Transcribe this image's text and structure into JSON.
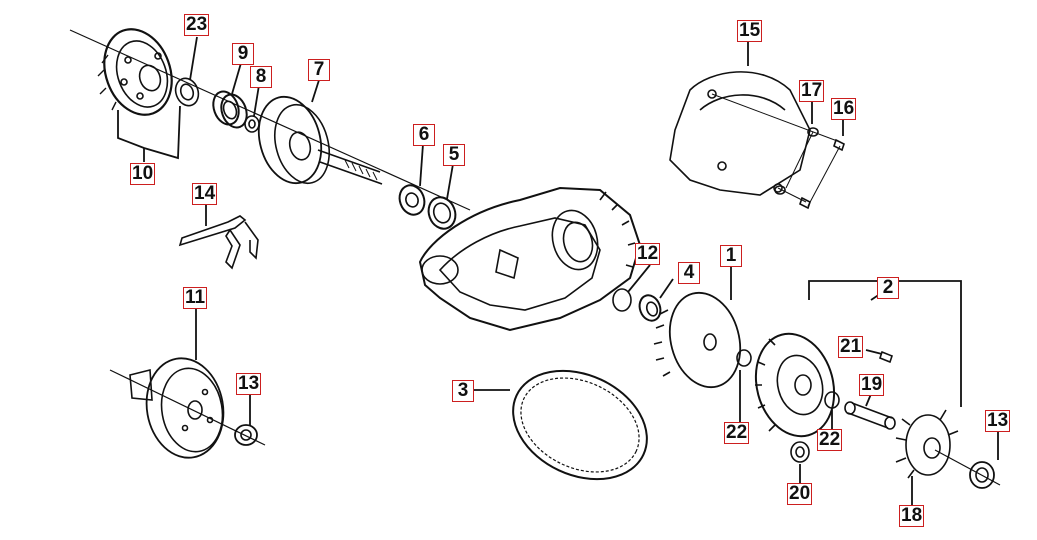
{
  "diagram": {
    "callouts": [
      {
        "id": "c23",
        "label": "23"
      },
      {
        "id": "c9",
        "label": "9"
      },
      {
        "id": "c8",
        "label": "8"
      },
      {
        "id": "c7",
        "label": "7"
      },
      {
        "id": "c10",
        "label": "10"
      },
      {
        "id": "c6",
        "label": "6"
      },
      {
        "id": "c5",
        "label": "5"
      },
      {
        "id": "c14",
        "label": "14"
      },
      {
        "id": "c15",
        "label": "15"
      },
      {
        "id": "c17",
        "label": "17"
      },
      {
        "id": "c16",
        "label": "16"
      },
      {
        "id": "c12",
        "label": "12"
      },
      {
        "id": "c4",
        "label": "4"
      },
      {
        "id": "c1",
        "label": "1"
      },
      {
        "id": "c2",
        "label": "2"
      },
      {
        "id": "c11",
        "label": "11"
      },
      {
        "id": "c21",
        "label": "21"
      },
      {
        "id": "c13a",
        "label": "13"
      },
      {
        "id": "c3",
        "label": "3"
      },
      {
        "id": "c19",
        "label": "19"
      },
      {
        "id": "c22a",
        "label": "22"
      },
      {
        "id": "c22b",
        "label": "22"
      },
      {
        "id": "c13b",
        "label": "13"
      },
      {
        "id": "c20",
        "label": "20"
      },
      {
        "id": "c18",
        "label": "18"
      }
    ],
    "colors": {
      "callout_border": "#cc1f1f",
      "line": "#111111"
    }
  }
}
